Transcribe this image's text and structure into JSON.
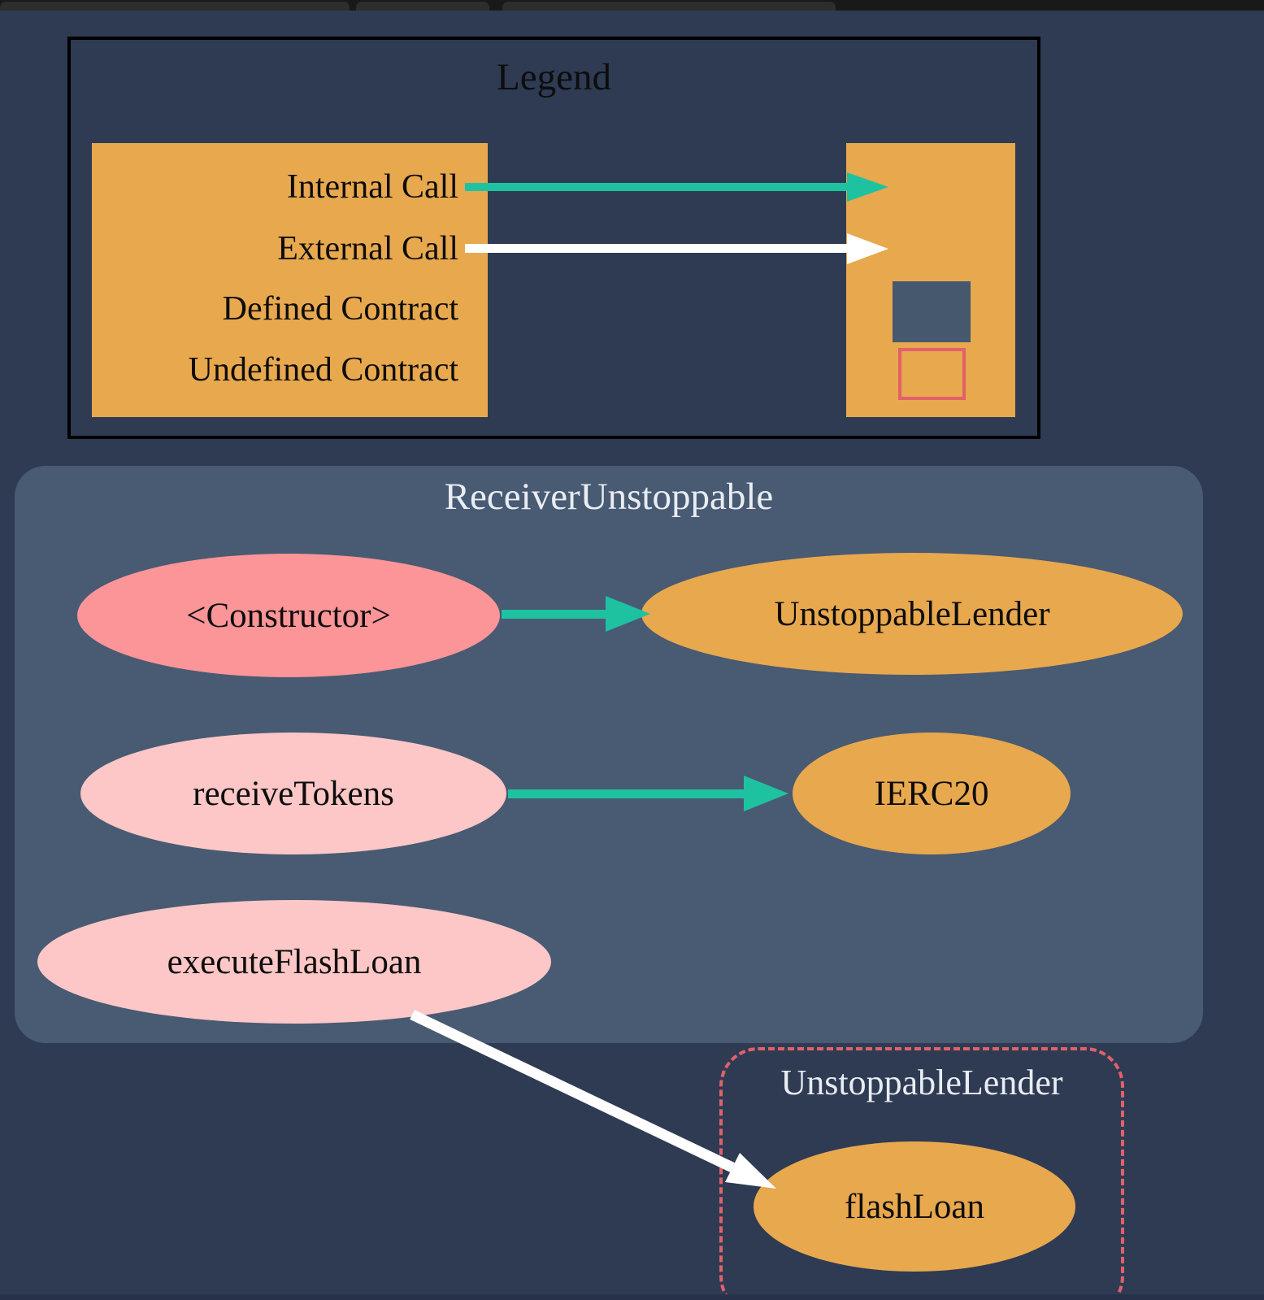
{
  "colors": {
    "background": "#2e3b53",
    "container_fill": "#495a73",
    "orange": "#e8a84e",
    "internal_call_teal": "#1ec2a1",
    "external_call_white": "#ffffff",
    "constructor_pink": "#fb9598",
    "function_pink": "#fcc7c6",
    "undefined_contract_border": "#e0616a",
    "defined_contract_square": "#46586e"
  },
  "legend": {
    "title": "Legend",
    "items": [
      {
        "label": "Internal Call",
        "swatch": "teal-arrow"
      },
      {
        "label": "External Call",
        "swatch": "white-arrow"
      },
      {
        "label": "Defined Contract",
        "swatch": "dark-square"
      },
      {
        "label": "Undefined Contract",
        "swatch": "outlined-square"
      }
    ]
  },
  "graph": {
    "containers": [
      {
        "name": "ReceiverUnstoppable",
        "kind": "defined-contract"
      },
      {
        "name": "UnstoppableLender",
        "kind": "undefined-contract"
      }
    ],
    "nodes": [
      {
        "label": "<Constructor>",
        "container": "ReceiverUnstoppable",
        "kind": "constructor"
      },
      {
        "label": "UnstoppableLender",
        "container": "ReceiverUnstoppable",
        "kind": "contract-reference"
      },
      {
        "label": "receiveTokens",
        "container": "ReceiverUnstoppable",
        "kind": "function"
      },
      {
        "label": "IERC20",
        "container": "ReceiverUnstoppable",
        "kind": "contract-reference"
      },
      {
        "label": "executeFlashLoan",
        "container": "ReceiverUnstoppable",
        "kind": "function"
      },
      {
        "label": "flashLoan",
        "container": "UnstoppableLender",
        "kind": "function"
      }
    ],
    "edges": [
      {
        "from": "<Constructor>",
        "to": "UnstoppableLender",
        "type": "internal"
      },
      {
        "from": "receiveTokens",
        "to": "IERC20",
        "type": "internal"
      },
      {
        "from": "executeFlashLoan",
        "to": "flashLoan",
        "type": "external"
      }
    ]
  }
}
